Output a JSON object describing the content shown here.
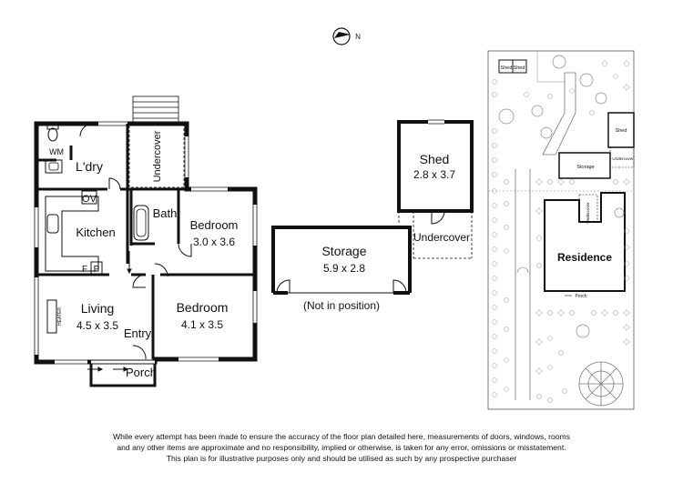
{
  "compass": {
    "label": "N"
  },
  "house": {
    "rooms": [
      {
        "key": "wm",
        "name": "WM"
      },
      {
        "key": "laundry",
        "name": "L'dry"
      },
      {
        "key": "undercover",
        "name": "Undercover"
      },
      {
        "key": "ov",
        "name": "OV"
      },
      {
        "key": "kitchen",
        "name": "Kitchen"
      },
      {
        "key": "bath",
        "name": "Bath"
      },
      {
        "key": "bedroom1",
        "name": "Bedroom",
        "size": "3.0 x 3.6"
      },
      {
        "key": "f",
        "name": "F"
      },
      {
        "key": "p",
        "name": "P"
      },
      {
        "key": "living",
        "name": "Living",
        "size": "4.5 x 3.5"
      },
      {
        "key": "heater",
        "name": "HEATER"
      },
      {
        "key": "bedroom2",
        "name": "Bedroom",
        "size": "4.1 x 3.5"
      },
      {
        "key": "entry",
        "name": "Entry"
      },
      {
        "key": "porch",
        "name": "Porch"
      }
    ]
  },
  "outbuildings": {
    "shed": {
      "name": "Shed",
      "size": "2.8 x 3.7"
    },
    "undercover": {
      "name": "Undercover"
    },
    "storage": {
      "name": "Storage",
      "size": "5.9 x 2.8",
      "note": "(Not in position)"
    }
  },
  "site_plan": {
    "labels": {
      "shed1": "Shed",
      "shed2": "Shed",
      "shed3": "Shed",
      "storage": "Storage",
      "undercover": "Undercover",
      "undercover_house": "Undercover",
      "residence": "Residence",
      "porch": "Porch"
    }
  },
  "disclaimer": [
    "While every attempt has been made to ensure the accuracy of the floor plan detailed here, measurements of doors, windows, rooms",
    "and any other items are approximate and no responsibility, implied or otherwise, is taken for any error, omissions or misstatement.",
    "This plan is for illustrative purposes only and should be utilised as such by any prospective purchaser"
  ]
}
